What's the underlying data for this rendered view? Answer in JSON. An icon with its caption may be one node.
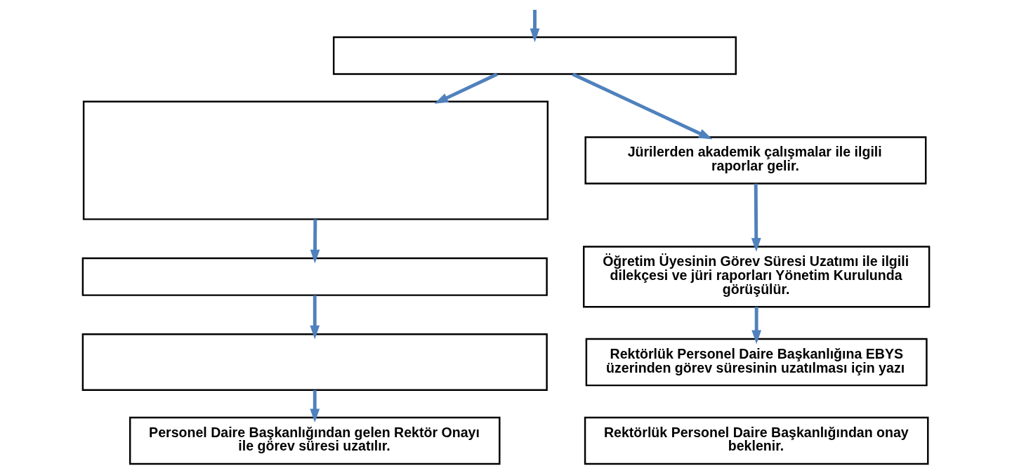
{
  "diagram": {
    "nodes": [
      {
        "text": [],
        "shape": "box"
      },
      {
        "text": [],
        "shape": "box"
      },
      {
        "text": [],
        "shape": "box"
      },
      {
        "text": [],
        "shape": "box"
      },
      {
        "text": [
          "Personel Daire Başkanlığından gelen Rektör Onayı ile görev süresi uzatılır."
        ]
      },
      {
        "text": [
          "Jürilerden akademik çalışmalar ile ilgili raporlar gelir."
        ]
      },
      {
        "text": [
          "Öğretim Üyesinin Görev Süresi Uzatımı ile ilgili dilekçesi ve jüri raporları Yönetim Kurulunda görüşülür."
        ]
      },
      {
        "text": [
          "Rektörlük Personel Daire Başkanlığına EBYS üzerinden görev süresinin uzatılması için yazı"
        ]
      },
      {
        "text": [
          "Rektörlük Personel Daire Başkanlığından onay beklenir."
        ]
      }
    ],
    "edges": [
      {
        "from": null,
        "to": 0,
        "arrow": "to"
      },
      {
        "from": 0,
        "to": 1,
        "arrow": "to"
      },
      {
        "from": 0,
        "to": 5,
        "arrow": "to"
      },
      {
        "from": 1,
        "to": 2,
        "arrow": "to"
      },
      {
        "from": 2,
        "to": 3,
        "arrow": "to"
      },
      {
        "from": 3,
        "to": 4,
        "arrow": "to"
      },
      {
        "from": 5,
        "to": 6,
        "arrow": "to"
      },
      {
        "from": 6,
        "to": 7,
        "arrow": "to"
      }
    ]
  }
}
